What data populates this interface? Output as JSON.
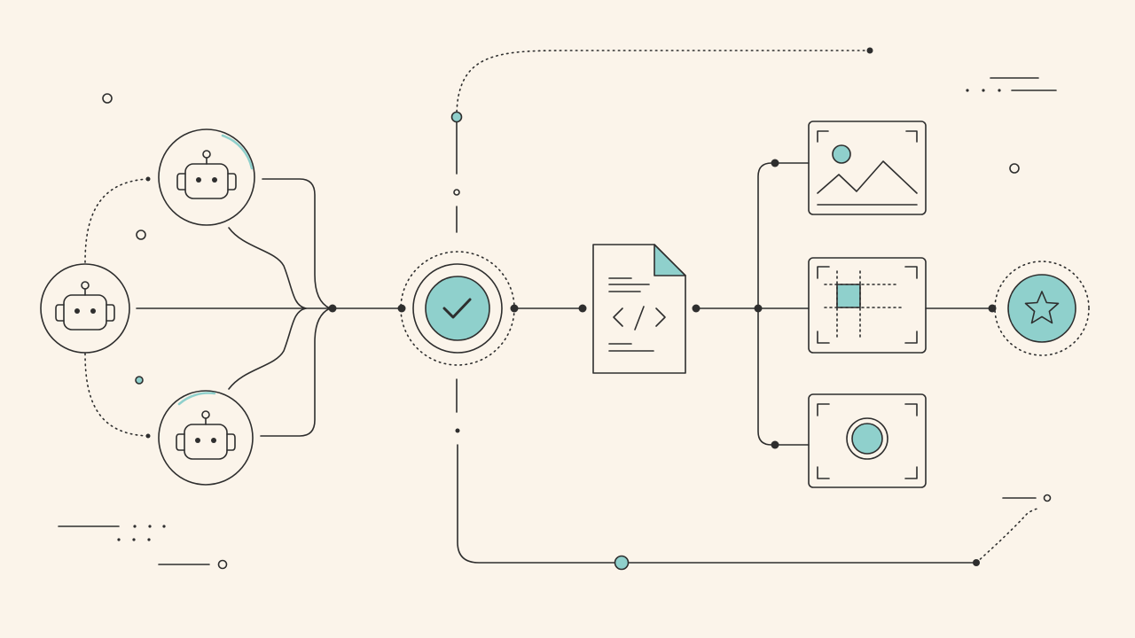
{
  "colors": {
    "background": "#FBF4EA",
    "ink": "#2E2E2E",
    "accent": "#8FD0CC"
  },
  "nodes": {
    "agents": [
      {
        "id": "agent-top",
        "icon": "robot-icon"
      },
      {
        "id": "agent-left",
        "icon": "robot-icon"
      },
      {
        "id": "agent-bottom",
        "icon": "robot-icon"
      }
    ],
    "verify": {
      "icon": "checkmark-icon"
    },
    "document": {
      "icon": "code-document-icon"
    },
    "outputs": [
      {
        "id": "output-image",
        "icon": "landscape-image-icon"
      },
      {
        "id": "output-layout",
        "icon": "layout-grid-icon"
      },
      {
        "id": "output-capture",
        "icon": "camera-focus-icon"
      }
    ],
    "result": {
      "icon": "star-icon"
    }
  }
}
